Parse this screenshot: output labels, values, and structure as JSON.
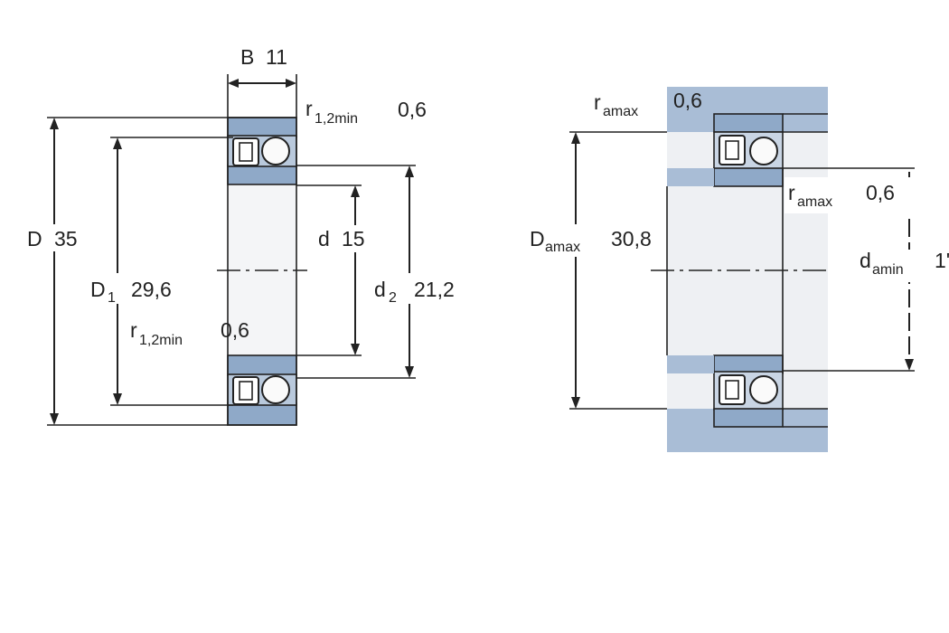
{
  "left_view": {
    "width": {
      "symbol": "B",
      "value": "11"
    },
    "outer_diameter": {
      "symbol": "D",
      "value": "35"
    },
    "bore_diameter": {
      "symbol": "d",
      "value": "15"
    },
    "outer_ring_shoulder": {
      "symbol": "D",
      "subscript": "1",
      "value": "29,6"
    },
    "inner_ring_shoulder": {
      "symbol": "d",
      "subscript": "2",
      "value": "21,2"
    },
    "chamfer_top": {
      "symbol": "r",
      "subscript": "1,2min",
      "value": "0,6"
    },
    "chamfer_mid": {
      "symbol": "r",
      "subscript": "1,2min",
      "value": "0,6"
    }
  },
  "right_view": {
    "fillet_housing": {
      "symbol": "r",
      "subscript": "amax",
      "value": "0,6"
    },
    "fillet_shaft": {
      "symbol": "r",
      "subscript": "amax",
      "value": "0,6"
    },
    "housing_abutment": {
      "symbol": "D",
      "subscript": "amax",
      "value": "30,8"
    },
    "shaft_abutment": {
      "symbol": "d",
      "subscript": "amin",
      "value": "1'"
    }
  },
  "colors": {
    "ring_fill": "#8fa9c8",
    "abutment_fill": "#a9bdd6",
    "line": "#222222"
  }
}
